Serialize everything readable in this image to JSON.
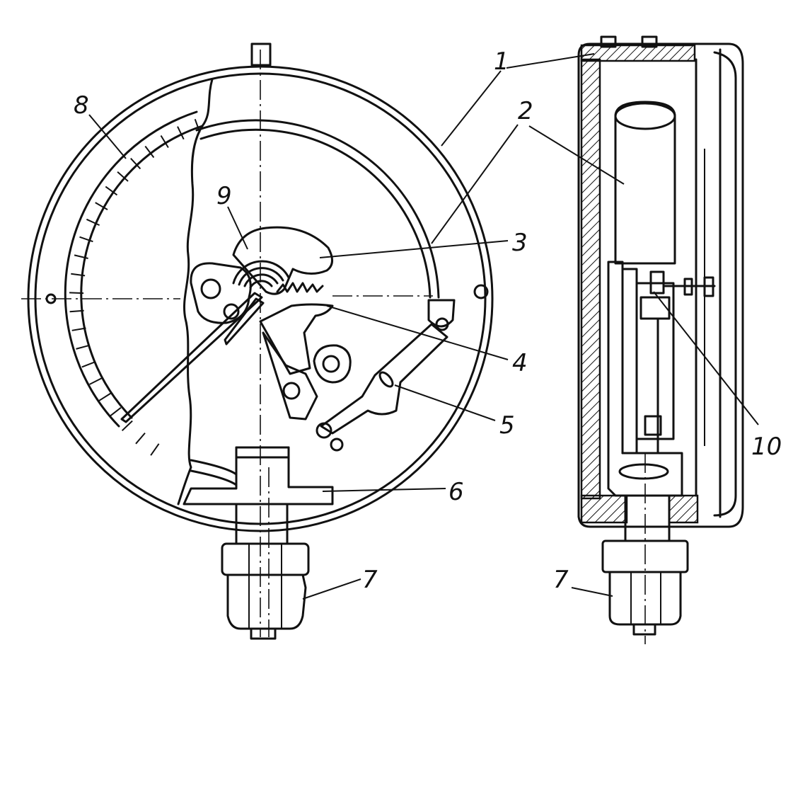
{
  "callouts": {
    "c1": "1",
    "c2": "2",
    "c3": "3",
    "c4": "4",
    "c5": "5",
    "c6": "6",
    "c7_front": "7",
    "c7_side": "7",
    "c8": "8",
    "c9": "9",
    "c10": "10"
  }
}
